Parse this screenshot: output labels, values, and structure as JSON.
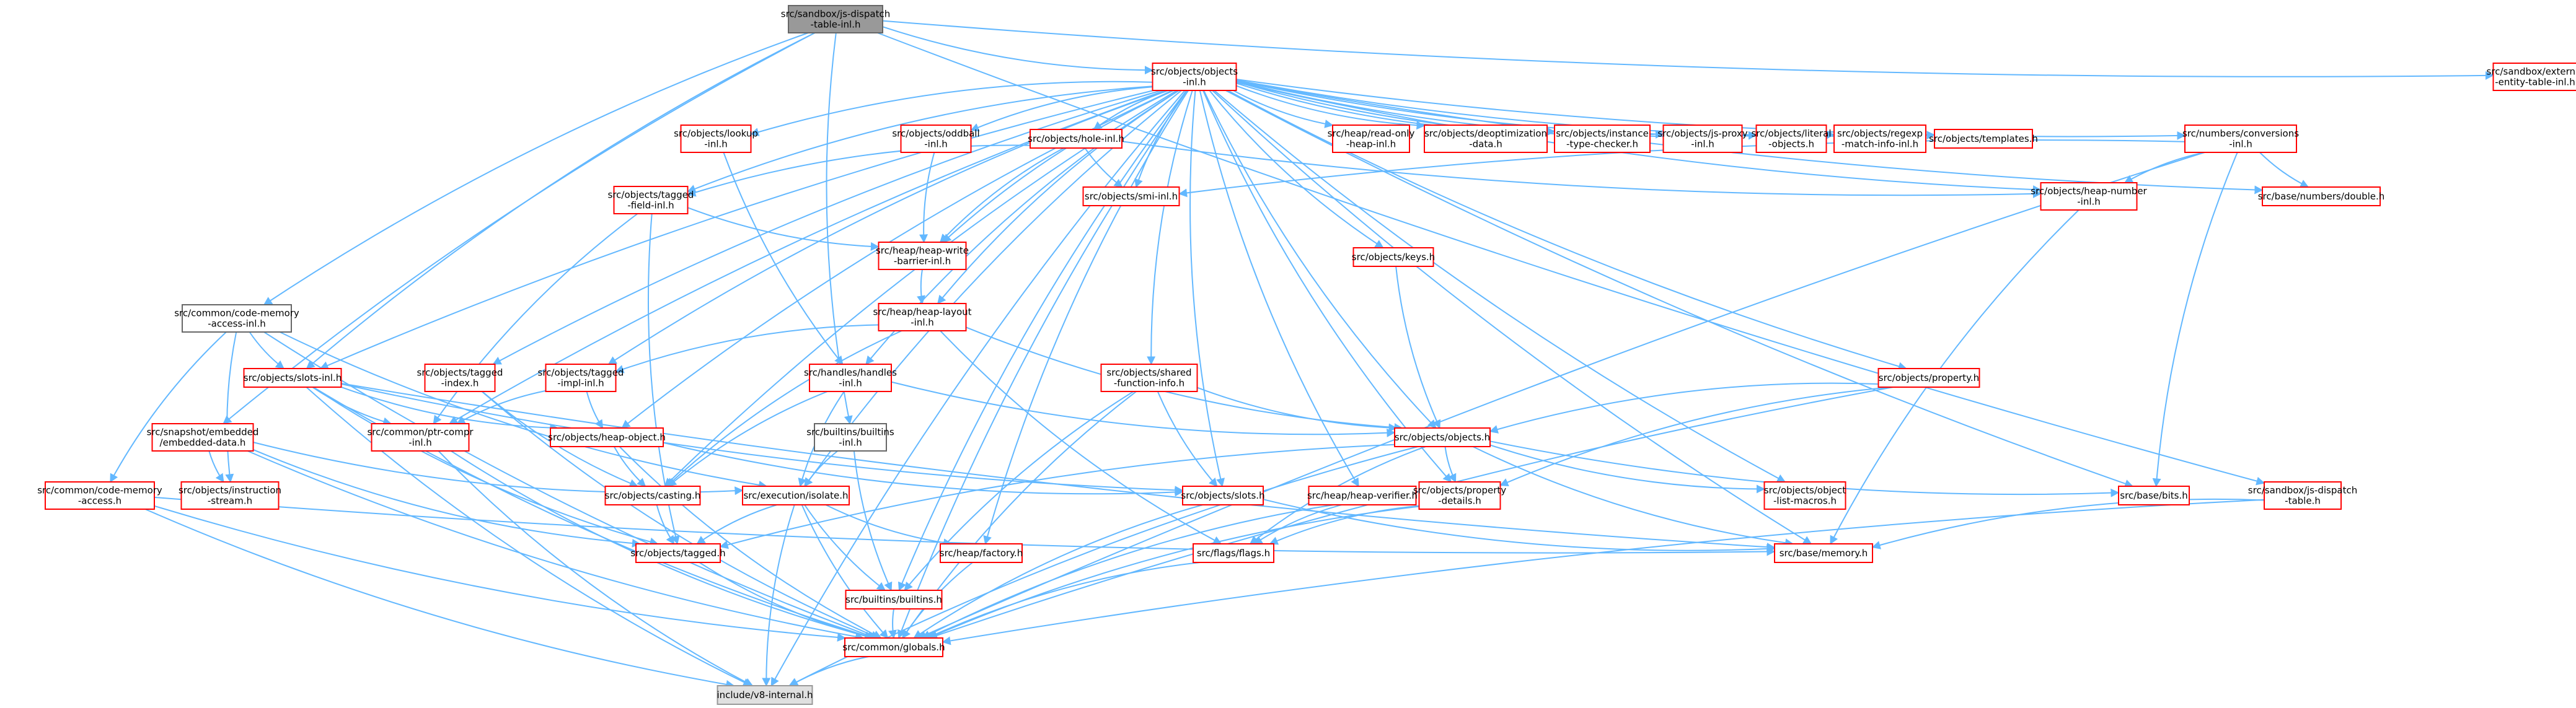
{
  "colors": {
    "edge": "#63b8ff",
    "root_fill": "#999999",
    "border_red": "#ff0000",
    "border_gray": "#666666",
    "leaf_fill": "#e0e0e0"
  },
  "nodes": [
    {
      "id": "root",
      "lines": [
        "src/sandbox/js-dispatch",
        "-table-inl.h"
      ],
      "style": "gray"
    },
    {
      "id": "objinl",
      "lines": [
        "src/objects/objects",
        "-inl.h"
      ],
      "style": "red"
    },
    {
      "id": "extent",
      "lines": [
        "src/sandbox/external",
        "-entity-table-inl.h"
      ],
      "style": "red"
    },
    {
      "id": "lookup",
      "lines": [
        "src/objects/lookup",
        "-inl.h"
      ],
      "style": "red"
    },
    {
      "id": "oddball",
      "lines": [
        "src/objects/oddball",
        "-inl.h"
      ],
      "style": "red"
    },
    {
      "id": "hole",
      "lines": [
        "src/objects/hole-inl.h"
      ],
      "style": "red"
    },
    {
      "id": "ro",
      "lines": [
        "src/heap/read-only",
        "-heap-inl.h"
      ],
      "style": "red"
    },
    {
      "id": "deopt",
      "lines": [
        "src/objects/deoptimization",
        "-data.h"
      ],
      "style": "red"
    },
    {
      "id": "itc",
      "lines": [
        "src/objects/instance",
        "-type-checker.h"
      ],
      "style": "red"
    },
    {
      "id": "jsproxy",
      "lines": [
        "src/objects/js-proxy",
        "-inl.h"
      ],
      "style": "red"
    },
    {
      "id": "literal",
      "lines": [
        "src/objects/literal",
        "-objects.h"
      ],
      "style": "red"
    },
    {
      "id": "regexp",
      "lines": [
        "src/objects/regexp",
        "-match-info-inl.h"
      ],
      "style": "red"
    },
    {
      "id": "templates",
      "lines": [
        "src/objects/templates.h"
      ],
      "style": "red"
    },
    {
      "id": "numconv",
      "lines": [
        "src/numbers/conversions",
        "-inl.h"
      ],
      "style": "red"
    },
    {
      "id": "tagfield",
      "lines": [
        "src/objects/tagged",
        "-field-inl.h"
      ],
      "style": "red"
    },
    {
      "id": "smi",
      "lines": [
        "src/objects/smi-inl.h"
      ],
      "style": "red"
    },
    {
      "id": "heapnum",
      "lines": [
        "src/objects/heap-number",
        "-inl.h"
      ],
      "style": "red"
    },
    {
      "id": "double",
      "lines": [
        "src/base/numbers/double.h"
      ],
      "style": "red"
    },
    {
      "id": "hwb",
      "lines": [
        "src/heap/heap-write",
        "-barrier-inl.h"
      ],
      "style": "red"
    },
    {
      "id": "keys",
      "lines": [
        "src/objects/keys.h"
      ],
      "style": "red"
    },
    {
      "id": "codemem",
      "lines": [
        "src/common/code-memory",
        "-access-inl.h"
      ],
      "style": "black"
    },
    {
      "id": "hlayout",
      "lines": [
        "src/heap/heap-layout",
        "-inl.h"
      ],
      "style": "red"
    },
    {
      "id": "slotsinl",
      "lines": [
        "src/objects/slots-inl.h"
      ],
      "style": "red"
    },
    {
      "id": "tagidx",
      "lines": [
        "src/objects/tagged",
        "-index.h"
      ],
      "style": "red"
    },
    {
      "id": "tagimpl",
      "lines": [
        "src/objects/tagged",
        "-impl-inl.h"
      ],
      "style": "red"
    },
    {
      "id": "handles",
      "lines": [
        "src/handles/handles",
        "-inl.h"
      ],
      "style": "red"
    },
    {
      "id": "shared",
      "lines": [
        "src/objects/shared",
        "-function-info.h"
      ],
      "style": "red"
    },
    {
      "id": "property",
      "lines": [
        "src/objects/property.h"
      ],
      "style": "red"
    },
    {
      "id": "snapshot",
      "lines": [
        "src/snapshot/embedded",
        "/embedded-data.h"
      ],
      "style": "red"
    },
    {
      "id": "ptrcompr",
      "lines": [
        "src/common/ptr-compr",
        "-inl.h"
      ],
      "style": "red"
    },
    {
      "id": "heapobj",
      "lines": [
        "src/objects/heap-object.h"
      ],
      "style": "red"
    },
    {
      "id": "builtinsinl",
      "lines": [
        "src/builtins/builtins",
        "-inl.h"
      ],
      "style": "black"
    },
    {
      "id": "objects",
      "lines": [
        "src/objects/objects.h"
      ],
      "style": "red"
    },
    {
      "id": "cmaccess",
      "lines": [
        "src/common/code-memory",
        "-access.h"
      ],
      "style": "red"
    },
    {
      "id": "instr",
      "lines": [
        "src/objects/instruction",
        "-stream.h"
      ],
      "style": "red"
    },
    {
      "id": "casting",
      "lines": [
        "src/objects/casting.h"
      ],
      "style": "red"
    },
    {
      "id": "isolate",
      "lines": [
        "src/execution/isolate.h"
      ],
      "style": "red"
    },
    {
      "id": "slots",
      "lines": [
        "src/objects/slots.h"
      ],
      "style": "red"
    },
    {
      "id": "verifier",
      "lines": [
        "src/heap/heap-verifier.h"
      ],
      "style": "red"
    },
    {
      "id": "propdet",
      "lines": [
        "src/objects/property",
        "-details.h"
      ],
      "style": "red"
    },
    {
      "id": "objlist",
      "lines": [
        "src/objects/object",
        "-list-macros.h"
      ],
      "style": "red"
    },
    {
      "id": "bits",
      "lines": [
        "src/base/bits.h"
      ],
      "style": "red"
    },
    {
      "id": "jsdt",
      "lines": [
        "src/sandbox/js-dispatch",
        "-table.h"
      ],
      "style": "red"
    },
    {
      "id": "tagged",
      "lines": [
        "src/objects/tagged.h"
      ],
      "style": "red"
    },
    {
      "id": "factory",
      "lines": [
        "src/heap/factory.h"
      ],
      "style": "red"
    },
    {
      "id": "flags",
      "lines": [
        "src/flags/flags.h"
      ],
      "style": "red"
    },
    {
      "id": "memory",
      "lines": [
        "src/base/memory.h"
      ],
      "style": "red"
    },
    {
      "id": "builtins",
      "lines": [
        "src/builtins/builtins.h"
      ],
      "style": "red"
    },
    {
      "id": "globals",
      "lines": [
        "src/common/globals.h"
      ],
      "style": "red"
    },
    {
      "id": "v8int",
      "lines": [
        "include/v8-internal.h"
      ],
      "style": "lgray"
    }
  ],
  "edges": [
    [
      "root",
      "objinl"
    ],
    [
      "root",
      "extent"
    ],
    [
      "root",
      "slotsinl"
    ],
    [
      "root",
      "codemem"
    ],
    [
      "root",
      "snapshot"
    ],
    [
      "root",
      "builtinsinl"
    ],
    [
      "root",
      "jsdt"
    ],
    [
      "objinl",
      "lookup"
    ],
    [
      "objinl",
      "oddball"
    ],
    [
      "objinl",
      "hole"
    ],
    [
      "objinl",
      "ro"
    ],
    [
      "objinl",
      "deopt"
    ],
    [
      "objinl",
      "itc"
    ],
    [
      "objinl",
      "jsproxy"
    ],
    [
      "objinl",
      "literal"
    ],
    [
      "objinl",
      "regexp"
    ],
    [
      "objinl",
      "templates"
    ],
    [
      "objinl",
      "numconv"
    ],
    [
      "objinl",
      "tagfield"
    ],
    [
      "objinl",
      "smi"
    ],
    [
      "objinl",
      "heapnum"
    ],
    [
      "objinl",
      "double"
    ],
    [
      "objinl",
      "hwb"
    ],
    [
      "objinl",
      "keys"
    ],
    [
      "objinl",
      "hlayout"
    ],
    [
      "objinl",
      "slotsinl"
    ],
    [
      "objinl",
      "tagidx"
    ],
    [
      "objinl",
      "tagimpl"
    ],
    [
      "objinl",
      "handles"
    ],
    [
      "objinl",
      "shared"
    ],
    [
      "objinl",
      "property"
    ],
    [
      "objinl",
      "ptrcompr"
    ],
    [
      "objinl",
      "heapobj"
    ],
    [
      "objinl",
      "objects"
    ],
    [
      "objinl",
      "casting"
    ],
    [
      "objinl",
      "isolate"
    ],
    [
      "objinl",
      "slots"
    ],
    [
      "objinl",
      "verifier"
    ],
    [
      "objinl",
      "propdet"
    ],
    [
      "objinl",
      "objlist"
    ],
    [
      "objinl",
      "bits"
    ],
    [
      "objinl",
      "factory"
    ],
    [
      "objinl",
      "builtins"
    ],
    [
      "objinl",
      "memory"
    ],
    [
      "objinl",
      "globals"
    ],
    [
      "objinl",
      "v8int"
    ],
    [
      "hole",
      "smi"
    ],
    [
      "hole",
      "hwb"
    ],
    [
      "hole",
      "tagfield"
    ],
    [
      "hole",
      "heapnum"
    ],
    [
      "oddball",
      "hwb"
    ],
    [
      "lookup",
      "handles"
    ],
    [
      "numconv",
      "smi"
    ],
    [
      "numconv",
      "heapnum"
    ],
    [
      "numconv",
      "double"
    ],
    [
      "numconv",
      "bits"
    ],
    [
      "numconv",
      "globals"
    ],
    [
      "tagfield",
      "hwb"
    ],
    [
      "tagfield",
      "ptrcompr"
    ],
    [
      "tagfield",
      "tagged"
    ],
    [
      "hwb",
      "hlayout"
    ],
    [
      "hlayout",
      "tagimpl"
    ],
    [
      "hlayout",
      "casting"
    ],
    [
      "hlayout",
      "objects"
    ],
    [
      "hlayout",
      "flags"
    ],
    [
      "heapnum",
      "memory"
    ],
    [
      "keys",
      "objects"
    ],
    [
      "codemem",
      "slotsinl"
    ],
    [
      "codemem",
      "cmaccess"
    ],
    [
      "codemem",
      "instr"
    ],
    [
      "codemem",
      "globals"
    ],
    [
      "codemem",
      "isolate"
    ],
    [
      "slotsinl",
      "ptrcompr"
    ],
    [
      "slotsinl",
      "slots"
    ],
    [
      "slotsinl",
      "tagged"
    ],
    [
      "slotsinl",
      "globals"
    ],
    [
      "slotsinl",
      "v8int"
    ],
    [
      "slotsinl",
      "heapobj"
    ],
    [
      "slotsinl",
      "memory"
    ],
    [
      "tagidx",
      "casting"
    ],
    [
      "tagidx",
      "globals"
    ],
    [
      "tagimpl",
      "ptrcompr"
    ],
    [
      "tagimpl",
      "heapobj"
    ],
    [
      "handles",
      "objects"
    ],
    [
      "handles",
      "casting"
    ],
    [
      "handles",
      "isolate"
    ],
    [
      "shared",
      "objects"
    ],
    [
      "shared",
      "slots"
    ],
    [
      "shared",
      "builtins"
    ],
    [
      "shared",
      "globals"
    ],
    [
      "property",
      "objects"
    ],
    [
      "property",
      "propdet"
    ],
    [
      "property",
      "globals"
    ],
    [
      "snapshot",
      "instr"
    ],
    [
      "snapshot",
      "isolate"
    ],
    [
      "snapshot",
      "globals"
    ],
    [
      "snapshot",
      "tagged"
    ],
    [
      "ptrcompr",
      "v8int"
    ],
    [
      "ptrcompr",
      "globals"
    ],
    [
      "heapobj",
      "casting"
    ],
    [
      "heapobj",
      "slots"
    ],
    [
      "heapobj",
      "globals"
    ],
    [
      "builtinsinl",
      "builtins"
    ],
    [
      "builtinsinl",
      "isolate"
    ],
    [
      "objects",
      "tagged"
    ],
    [
      "objects",
      "objlist"
    ],
    [
      "objects",
      "propdet"
    ],
    [
      "objects",
      "bits"
    ],
    [
      "objects",
      "memory"
    ],
    [
      "objects",
      "flags"
    ],
    [
      "objects",
      "v8int"
    ],
    [
      "cmaccess",
      "globals"
    ],
    [
      "cmaccess",
      "memory"
    ],
    [
      "cmaccess",
      "v8int"
    ],
    [
      "casting",
      "tagged"
    ],
    [
      "isolate",
      "tagged"
    ],
    [
      "isolate",
      "factory"
    ],
    [
      "isolate",
      "builtins"
    ],
    [
      "isolate",
      "globals"
    ],
    [
      "isolate",
      "v8int"
    ],
    [
      "slots",
      "memory"
    ],
    [
      "slots",
      "globals"
    ],
    [
      "verifier",
      "flags"
    ],
    [
      "verifier",
      "globals"
    ],
    [
      "propdet",
      "flags"
    ],
    [
      "propdet",
      "globals"
    ],
    [
      "jsdt",
      "memory"
    ],
    [
      "jsdt",
      "globals"
    ],
    [
      "tagged",
      "globals"
    ],
    [
      "factory",
      "globals"
    ],
    [
      "flags",
      "globals"
    ],
    [
      "builtins",
      "globals"
    ],
    [
      "globals",
      "v8int"
    ]
  ]
}
